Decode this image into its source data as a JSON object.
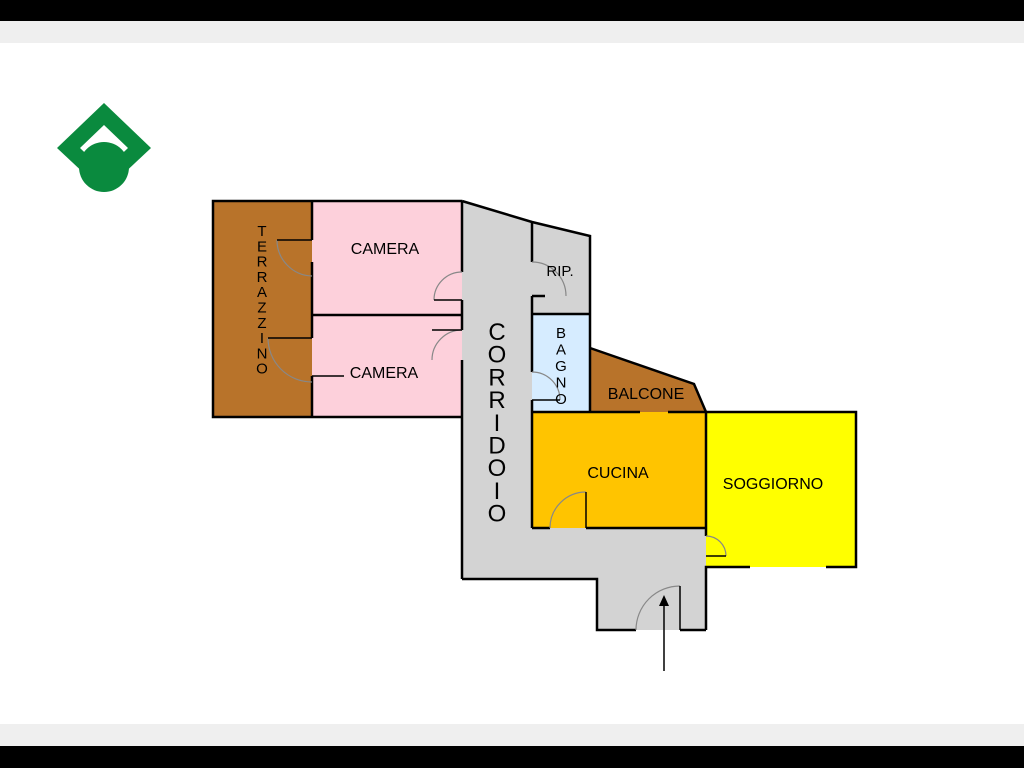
{
  "frame": {
    "bar_color": "#000000",
    "band_color": "#efefef",
    "page_color": "#ffffff"
  },
  "logo": {
    "icon": "green-diamond-circle-logo",
    "color": "#0a8a3e"
  },
  "rooms": {
    "terrazzino": {
      "label": "TERRAZZINO",
      "color": "#b8732a"
    },
    "camera_top": {
      "label": "CAMERA",
      "color": "#fdd0db"
    },
    "camera_bottom": {
      "label": "CAMERA",
      "color": "#fdd0db"
    },
    "corridoio": {
      "label": "CORRIDOIO",
      "color": "#d3d3d3"
    },
    "ripostiglio": {
      "label": "RIP.",
      "color": "#d3d3d3"
    },
    "bagno": {
      "label": "BAGNO",
      "color": "#d6ecff"
    },
    "balcone": {
      "label": "BALCONE",
      "color": "#b8732a"
    },
    "cucina": {
      "label": "CUCINA",
      "color": "#ffc400"
    },
    "soggiorno": {
      "label": "SOGGIORNO",
      "color": "#ffff00"
    }
  },
  "entrance": {
    "icon": "entrance-arrow-icon"
  },
  "wall_color": "#000000"
}
